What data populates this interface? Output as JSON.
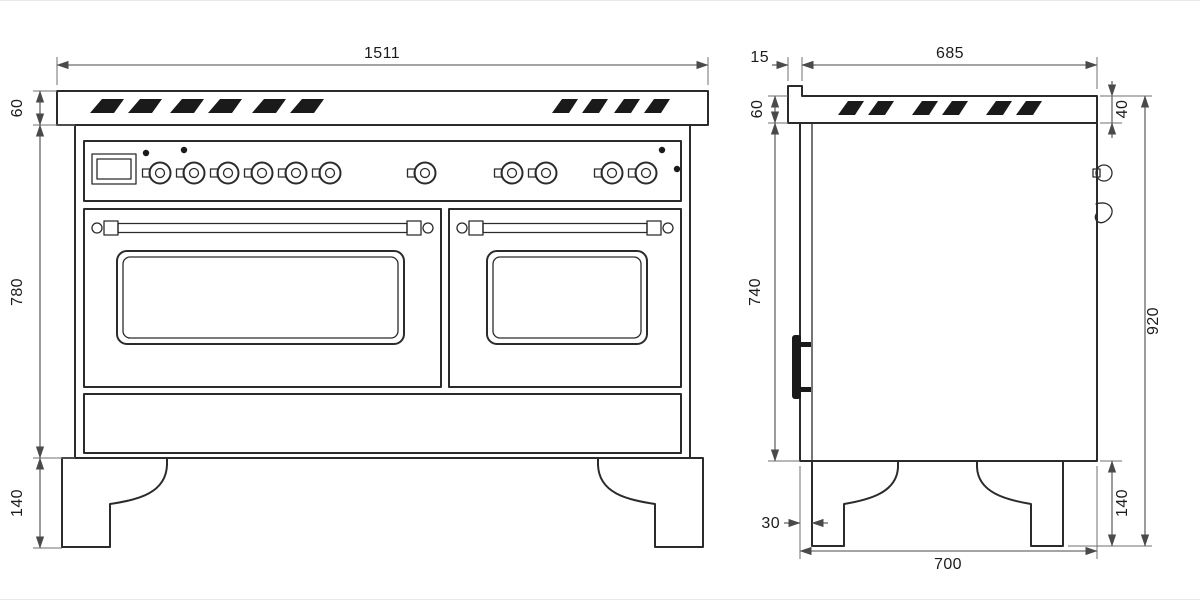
{
  "drawing": {
    "type": "technical-dimension-drawing",
    "subject": "double-oven range cooker, front and side elevations",
    "colors": {
      "background": "#ffffff",
      "line": "#2b2b2b",
      "dimension": "#4a4a4a",
      "text": "#1c1c1c",
      "grate_fill": "#1a1a1a"
    },
    "front_view": {
      "dims": {
        "overall_width": "1511",
        "cooktop_height": "60",
        "body_height": "780",
        "leg_height": "140"
      }
    },
    "side_view": {
      "dims": {
        "cooktop_depth": "685",
        "backsplash_lip": "15",
        "cooktop_front_height": "60",
        "top_edge_height": "40",
        "body_height": "740",
        "overall_height": "920",
        "leg_height": "140",
        "leg_inset": "30",
        "base_depth": "700"
      }
    }
  }
}
